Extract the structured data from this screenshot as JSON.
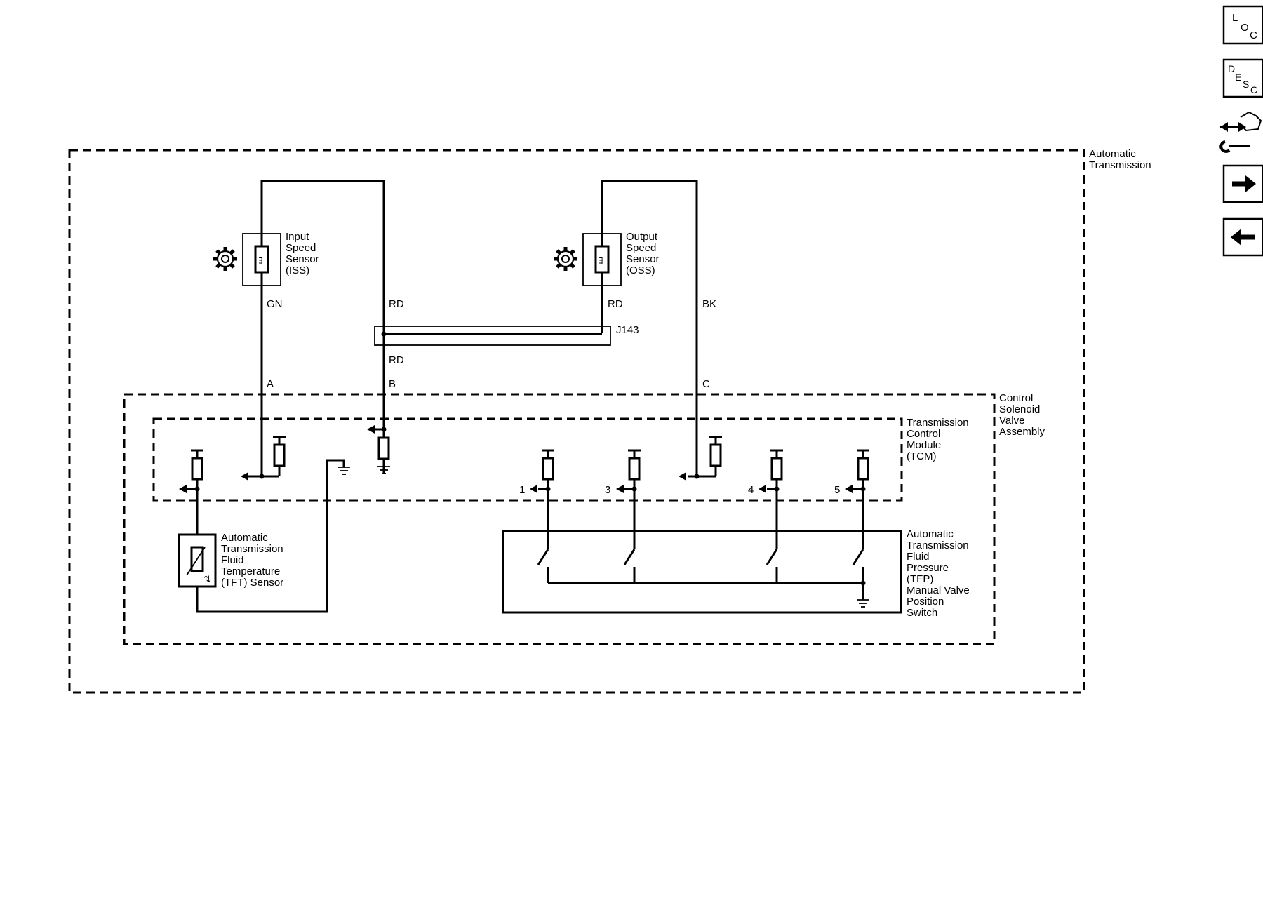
{
  "nav": {
    "loc_letters": [
      "L",
      "O",
      "C"
    ],
    "desc_letters": [
      "D",
      "E",
      "S",
      "C"
    ]
  },
  "labels": {
    "automatic_transmission": [
      "Automatic",
      "Transmission"
    ],
    "control_solenoid_valve_assembly": [
      "Control",
      "Solenoid",
      "Valve",
      "Assembly"
    ],
    "tcm": [
      "Transmission",
      "Control",
      "Module",
      "(TCM)"
    ],
    "iss": [
      "Input",
      "Speed",
      "Sensor",
      "(ISS)"
    ],
    "oss": [
      "Output",
      "Speed",
      "Sensor",
      "(OSS)"
    ],
    "tft": [
      "Automatic",
      "Transmission",
      "Fluid",
      "Temperature",
      "(TFT) Sensor"
    ],
    "tfp": [
      "Automatic",
      "Transmission",
      "Fluid",
      "Pressure",
      "(TFP)",
      "Manual Valve",
      "Position",
      "Switch"
    ]
  },
  "wires": {
    "iss_signal": "GN",
    "iss_supply": "RD",
    "oss_supply": "RD",
    "oss_signal": "BK",
    "splice_out": "RD"
  },
  "splice": {
    "name": "J143"
  },
  "pins": {
    "a": "A",
    "b": "B",
    "c": "C"
  },
  "switch_circuits": [
    "1",
    "3",
    "4",
    "5"
  ]
}
